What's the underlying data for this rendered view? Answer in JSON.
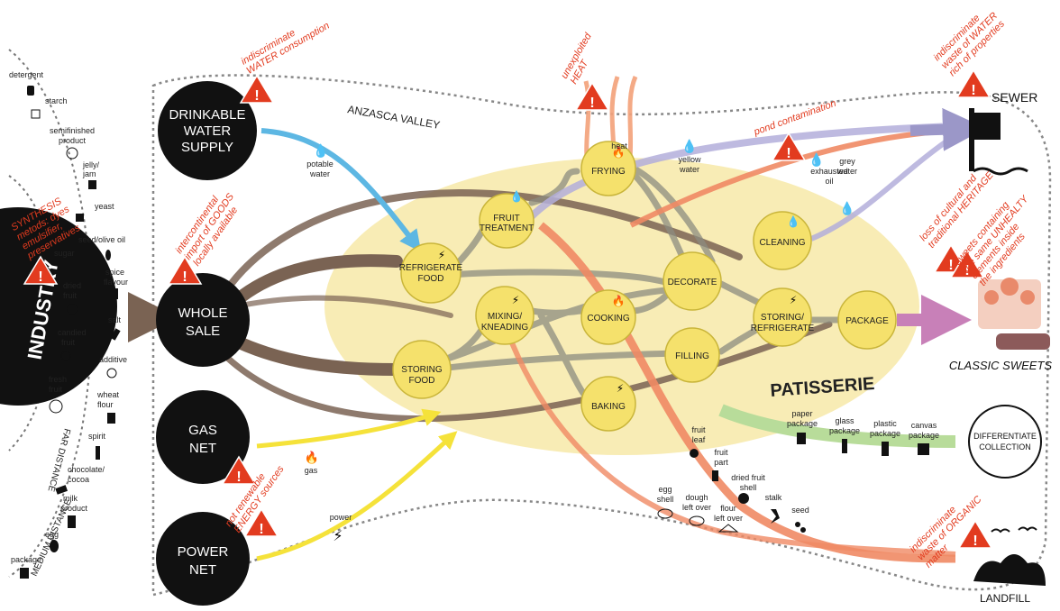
{
  "region": {
    "valley": "ANZASCA VALLEY",
    "patisserie": "PATISSERIE"
  },
  "sources": {
    "industry": "INDUSTRY",
    "water": [
      "DRINKABLE",
      "WATER",
      "SUPPLY"
    ],
    "wholesale": [
      "WHOLE",
      "SALE"
    ],
    "gas": [
      "GAS",
      "NET"
    ],
    "power": [
      "POWER",
      "NET"
    ]
  },
  "distances": {
    "far": "FAR DISTANCE",
    "medium": "MEDIUM DISTANCE"
  },
  "ingredients": [
    {
      "label": "detergent"
    },
    {
      "label": "starch"
    },
    {
      "label": "semifinished"
    },
    {
      "label": "product"
    },
    {
      "label": "jelly/"
    },
    {
      "label": "jam"
    },
    {
      "label": "yeast"
    },
    {
      "label": "seed/olive oil"
    },
    {
      "label": "sugar"
    },
    {
      "label": "spice"
    },
    {
      "label": "flavour"
    },
    {
      "label": "dried"
    },
    {
      "label": "fruit"
    },
    {
      "label": "salt"
    },
    {
      "label": "candied"
    },
    {
      "label": "fruit"
    },
    {
      "label": "additive"
    },
    {
      "label": "fresh"
    },
    {
      "label": "fruit"
    },
    {
      "label": "wheat"
    },
    {
      "label": "flour"
    },
    {
      "label": "spirit"
    },
    {
      "label": "chocolate/"
    },
    {
      "label": "cocoa"
    },
    {
      "label": "milk"
    },
    {
      "label": "product"
    },
    {
      "label": "egg"
    },
    {
      "label": "package"
    }
  ],
  "processes": [
    {
      "id": "refrigerate",
      "lines": [
        "REFRIGERATE",
        "FOOD"
      ]
    },
    {
      "id": "fruit",
      "lines": [
        "FRUIT",
        "TREATMENT"
      ]
    },
    {
      "id": "mixing",
      "lines": [
        "MIXING/",
        "KNEADING"
      ]
    },
    {
      "id": "storing",
      "lines": [
        "STORING",
        "FOOD"
      ]
    },
    {
      "id": "frying",
      "lines": [
        "FRYING"
      ]
    },
    {
      "id": "cooking",
      "lines": [
        "COOKING"
      ]
    },
    {
      "id": "baking",
      "lines": [
        "BAKING"
      ]
    },
    {
      "id": "decorate",
      "lines": [
        "DECORATE"
      ]
    },
    {
      "id": "filling",
      "lines": [
        "FILLING"
      ]
    },
    {
      "id": "cleaning",
      "lines": [
        "CLEANING"
      ]
    },
    {
      "id": "storing2",
      "lines": [
        "STORING/",
        "REFRIGERATE"
      ]
    },
    {
      "id": "package",
      "lines": [
        "PACKAGE"
      ]
    }
  ],
  "flows": {
    "potable": [
      "potable",
      "water"
    ],
    "gas": "gas",
    "power": "power",
    "heat": "heat",
    "yellow": [
      "yellow",
      "water"
    ],
    "exhausted": [
      "exhausted",
      "oil"
    ],
    "grey": [
      "grey",
      "water"
    ]
  },
  "outputs": {
    "sewer": "SEWER",
    "classic": "CLASSIC SWEETS",
    "differentiate": [
      "DIFFERENTIATE",
      "COLLECTION"
    ],
    "landfill": "LANDFILL"
  },
  "packaging": [
    {
      "lines": [
        "paper",
        "package"
      ]
    },
    {
      "lines": [
        "glass",
        "package"
      ]
    },
    {
      "lines": [
        "plastic",
        "package"
      ]
    },
    {
      "lines": [
        "canvas",
        "package"
      ]
    }
  ],
  "organic": [
    {
      "lines": [
        "fruit",
        "leaf"
      ]
    },
    {
      "lines": [
        "fruit",
        "part"
      ]
    },
    {
      "lines": [
        "egg",
        "shell"
      ]
    },
    {
      "lines": [
        "dough",
        "left over"
      ]
    },
    {
      "lines": [
        "flour",
        "left over"
      ]
    },
    {
      "lines": [
        "dried fruit",
        "shell"
      ]
    },
    {
      "lines": [
        "stalk"
      ]
    },
    {
      "lines": [
        "seed"
      ]
    }
  ],
  "warnings": {
    "water": [
      "indiscriminate",
      "WATER consumption"
    ],
    "synthesis": [
      "SYNTHESIS",
      "metods: dyes",
      "emulsifier,",
      "preservatives"
    ],
    "import": [
      "intercontinental",
      "import of GOODS",
      "locally available"
    ],
    "energy": [
      "not renewable",
      "ENERGY sources"
    ],
    "heat": [
      "unexploited",
      "HEAT"
    ],
    "pond": "pond contamination",
    "sewer": [
      "indiscriminate",
      "waste of WATER",
      "rich of properties"
    ],
    "heritage": [
      "loss of cultural and",
      "traditional HERITAGE"
    ],
    "unhealthy": [
      "sweets containing",
      "the same UNHEALTY",
      "elements inside",
      "the ingredients"
    ],
    "organic": [
      "indiscriminate",
      "waste of ORGANIC",
      "matter"
    ]
  }
}
